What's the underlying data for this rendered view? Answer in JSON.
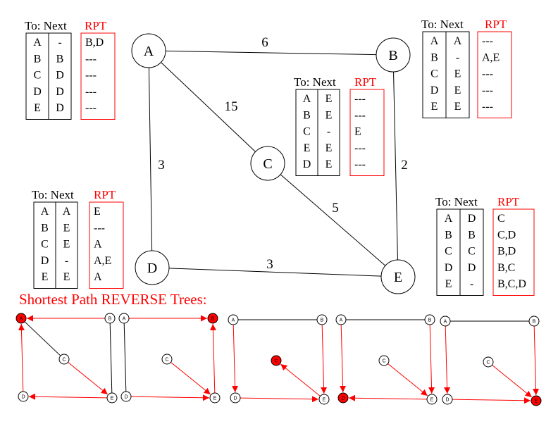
{
  "colors": {
    "accent_red": "#ff0000",
    "ink": "#000000",
    "background": "#ffffff"
  },
  "graph": {
    "nodes": [
      "A",
      "B",
      "C",
      "D",
      "E"
    ],
    "edges": [
      {
        "from": "A",
        "to": "B",
        "weight": "6"
      },
      {
        "from": "A",
        "to": "C",
        "weight": "15"
      },
      {
        "from": "A",
        "to": "D",
        "weight": "3"
      },
      {
        "from": "B",
        "to": "E",
        "weight": "2"
      },
      {
        "from": "C",
        "to": "E",
        "weight": "5"
      },
      {
        "from": "D",
        "to": "E",
        "weight": "3"
      }
    ]
  },
  "tables": {
    "A": {
      "to_next_header": "To: Next",
      "rpt_header": "RPT",
      "dest": [
        "A",
        "B",
        "C",
        "D",
        "E"
      ],
      "next": [
        "-",
        "B",
        "D",
        "D",
        "D"
      ],
      "rpt": [
        "B,D",
        "---",
        "---",
        "---",
        "---"
      ]
    },
    "B": {
      "to_next_header": "To: Next",
      "rpt_header": "RPT",
      "dest": [
        "A",
        "B",
        "C",
        "D",
        "E"
      ],
      "next": [
        "A",
        "-",
        "E",
        "E",
        "E"
      ],
      "rpt": [
        "---",
        "A,E",
        "---",
        "---",
        "---"
      ]
    },
    "C": {
      "to_next_header": "To: Next",
      "rpt_header": "RPT",
      "dest": [
        "A",
        "B",
        "C",
        "E",
        "D"
      ],
      "next": [
        "E",
        "E",
        "-",
        "E",
        "E"
      ],
      "rpt": [
        "---",
        "---",
        "E",
        "---",
        "---"
      ]
    },
    "D": {
      "to_next_header": "To: Next",
      "rpt_header": "RPT",
      "dest": [
        "A",
        "B",
        "C",
        "D",
        "E"
      ],
      "next": [
        "A",
        "E",
        "E",
        "-",
        "E"
      ],
      "rpt": [
        "E",
        "---",
        "A",
        "A,E",
        "A"
      ]
    },
    "E": {
      "to_next_header": "To: Next",
      "rpt_header": "RPT",
      "dest": [
        "A",
        "B",
        "C",
        "D",
        "E"
      ],
      "next": [
        "D",
        "B",
        "C",
        "D",
        "-"
      ],
      "rpt": [
        "C",
        "C,D",
        "B,D",
        "B,C",
        "B,C,D"
      ]
    }
  },
  "reverse_trees": {
    "heading": "Shortest Path REVERSE Trees:",
    "trees": [
      {
        "root": "A",
        "arrows": [
          [
            "B",
            "A"
          ],
          [
            "D",
            "A"
          ],
          [
            "C",
            "E"
          ],
          [
            "E",
            "D"
          ]
        ],
        "plain": [
          [
            "A",
            "C"
          ],
          [
            "B",
            "E"
          ]
        ]
      },
      {
        "root": "B",
        "arrows": [
          [
            "A",
            "B"
          ],
          [
            "E",
            "B"
          ],
          [
            "C",
            "E"
          ],
          [
            "D",
            "E"
          ]
        ],
        "plain": [
          [
            "A",
            "D"
          ]
        ]
      },
      {
        "root": "C",
        "arrows": [
          [
            "A",
            "D"
          ],
          [
            "B",
            "E"
          ],
          [
            "E",
            "C"
          ],
          [
            "D",
            "E"
          ]
        ],
        "plain": [
          [
            "A",
            "B"
          ]
        ]
      },
      {
        "root": "D",
        "arrows": [
          [
            "A",
            "D"
          ],
          [
            "B",
            "E"
          ],
          [
            "C",
            "E"
          ],
          [
            "E",
            "D"
          ]
        ],
        "plain": [
          [
            "A",
            "B"
          ]
        ]
      },
      {
        "root": "E",
        "arrows": [
          [
            "A",
            "D"
          ],
          [
            "B",
            "E"
          ],
          [
            "C",
            "E"
          ],
          [
            "D",
            "E"
          ]
        ],
        "plain": [
          [
            "A",
            "B"
          ]
        ]
      }
    ]
  }
}
